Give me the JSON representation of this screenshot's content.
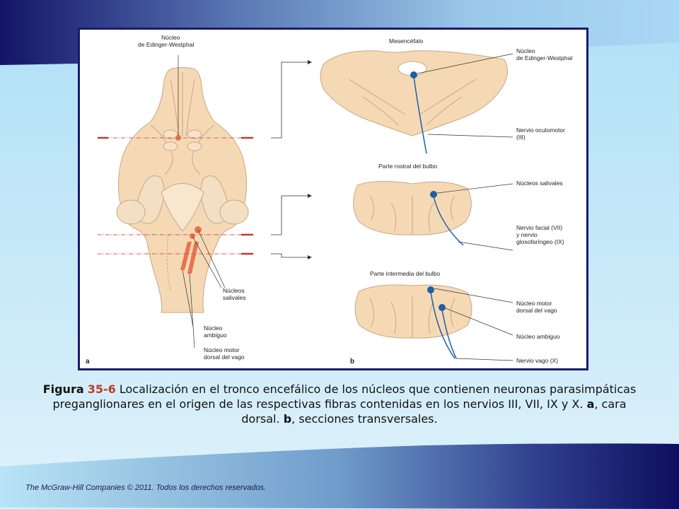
{
  "figure": {
    "panel_a_letter": "a",
    "panel_b_letter": "b",
    "labels": {
      "edinger_top": "Núcleo",
      "edinger_top2": "de Edinger-Westphal",
      "salivales_a1": "Núcleos",
      "salivales_a2": "salivales",
      "ambiguo_a1": "Núcleo",
      "ambiguo_a2": "ambiguo",
      "vago_a1": "Núcleo motor",
      "vago_a2": "dorsal del vago",
      "mesencefalo": "Mesencéfalo",
      "edinger_b1": "Núcleo",
      "edinger_b2": "de Edinger-Westphal",
      "oculomotor1": "Nervio oculomotor",
      "oculomotor2": "(III)",
      "parte_rostral": "Parte rostral del bulbo",
      "salivales_b": "Núcleos salivales",
      "facial1": "Nervio facial (VII)",
      "facial2": "y nervio",
      "facial3": "glosofaríngeo (IX)",
      "parte_intermedia": "Parte intermedia del bulbo",
      "motor_vago1": "Núcleo motor",
      "motor_vago2": "dorsal del vago",
      "ambiguo_b": "Núcleo ambiguo",
      "nervio_vago": "Nervio vago (X)"
    }
  },
  "caption": {
    "fig_word": "Figura",
    "fig_num": "35-6",
    "text1": "Localización en el tronco encefálico de los núcleos que contienen neuronas parasimpáticas preganglionares en el origen de las respectivas fibras contenidas en los nervios III, VII, IX y X.",
    "a": "a",
    "text2": ", cara dorsal.",
    "b": "b",
    "text3": ", secciones transversales."
  },
  "footer": "The McGraw-Hill Companies © 2011. Todos los derechos reservados.",
  "colors": {
    "tissue": "#f5d9b5",
    "tissue_outline": "#c9a684",
    "nucleus_red": "#e8744e",
    "nucleus_blue": "#1f5fa6",
    "frame_border": "#1a1a6e"
  }
}
